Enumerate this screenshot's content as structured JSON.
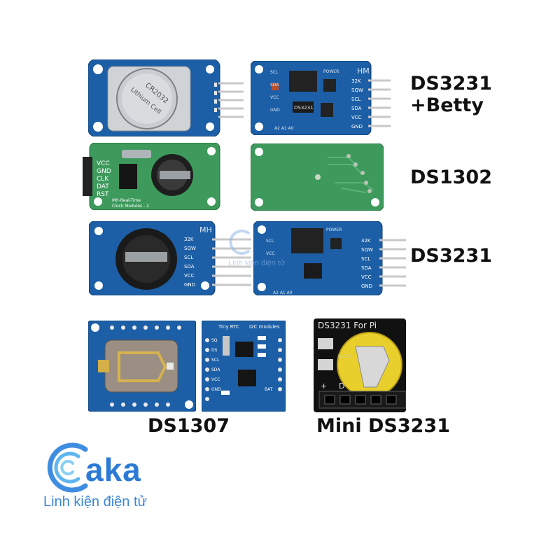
{
  "labels": {
    "row1_line1": "DS3231",
    "row1_line2": "+Betty",
    "row2": "DS1302",
    "row3": "DS3231",
    "row4_left": "DS1307",
    "row4_right": "Mini DS3231"
  },
  "board_text": {
    "coin_cell": "CR2032",
    "coin_cell_sub": "Lithium Cell",
    "hm": "HM",
    "mh": "MH",
    "power": "POWER",
    "ds3231_chip": "DS3231",
    "ds3231_pins": [
      "32K",
      "SQW",
      "SCL",
      "SDA",
      "VCC",
      "GND"
    ],
    "ds3231_left_pins": [
      "SCL",
      "SDA",
      "VCC",
      "GND"
    ],
    "addr_pins": "A2 A1 A0",
    "ds1302_pins": [
      "VCC",
      "GND",
      "CLK",
      "DAT",
      "RST"
    ],
    "ds1302_caption_1": "MH-Real-Time",
    "ds1302_caption_2": "Clock Modules - 2",
    "tiny_rtc": "Tiny RTC",
    "i2c_modules": "I2C modules",
    "tiny_left_pins": [
      "SQ",
      "DS",
      "SCL",
      "SDA",
      "VCC",
      "GND",
      "BAT"
    ],
    "mini_title": "DS3231 For Pi",
    "mini_plus": "+",
    "mini_d": "D",
    "mini_chip": "24C32"
  },
  "watermark": {
    "text": "Linh kiện điện tử"
  },
  "brand": {
    "logo_word": "aka",
    "tagline": "Linh kiện điện tử"
  },
  "colors": {
    "pcb_blue": "#1c5fa6",
    "pcb_green": "#3d9a5c",
    "brand_blue": "#2b7bd6",
    "coin_yellow": "#e8cf2c"
  }
}
